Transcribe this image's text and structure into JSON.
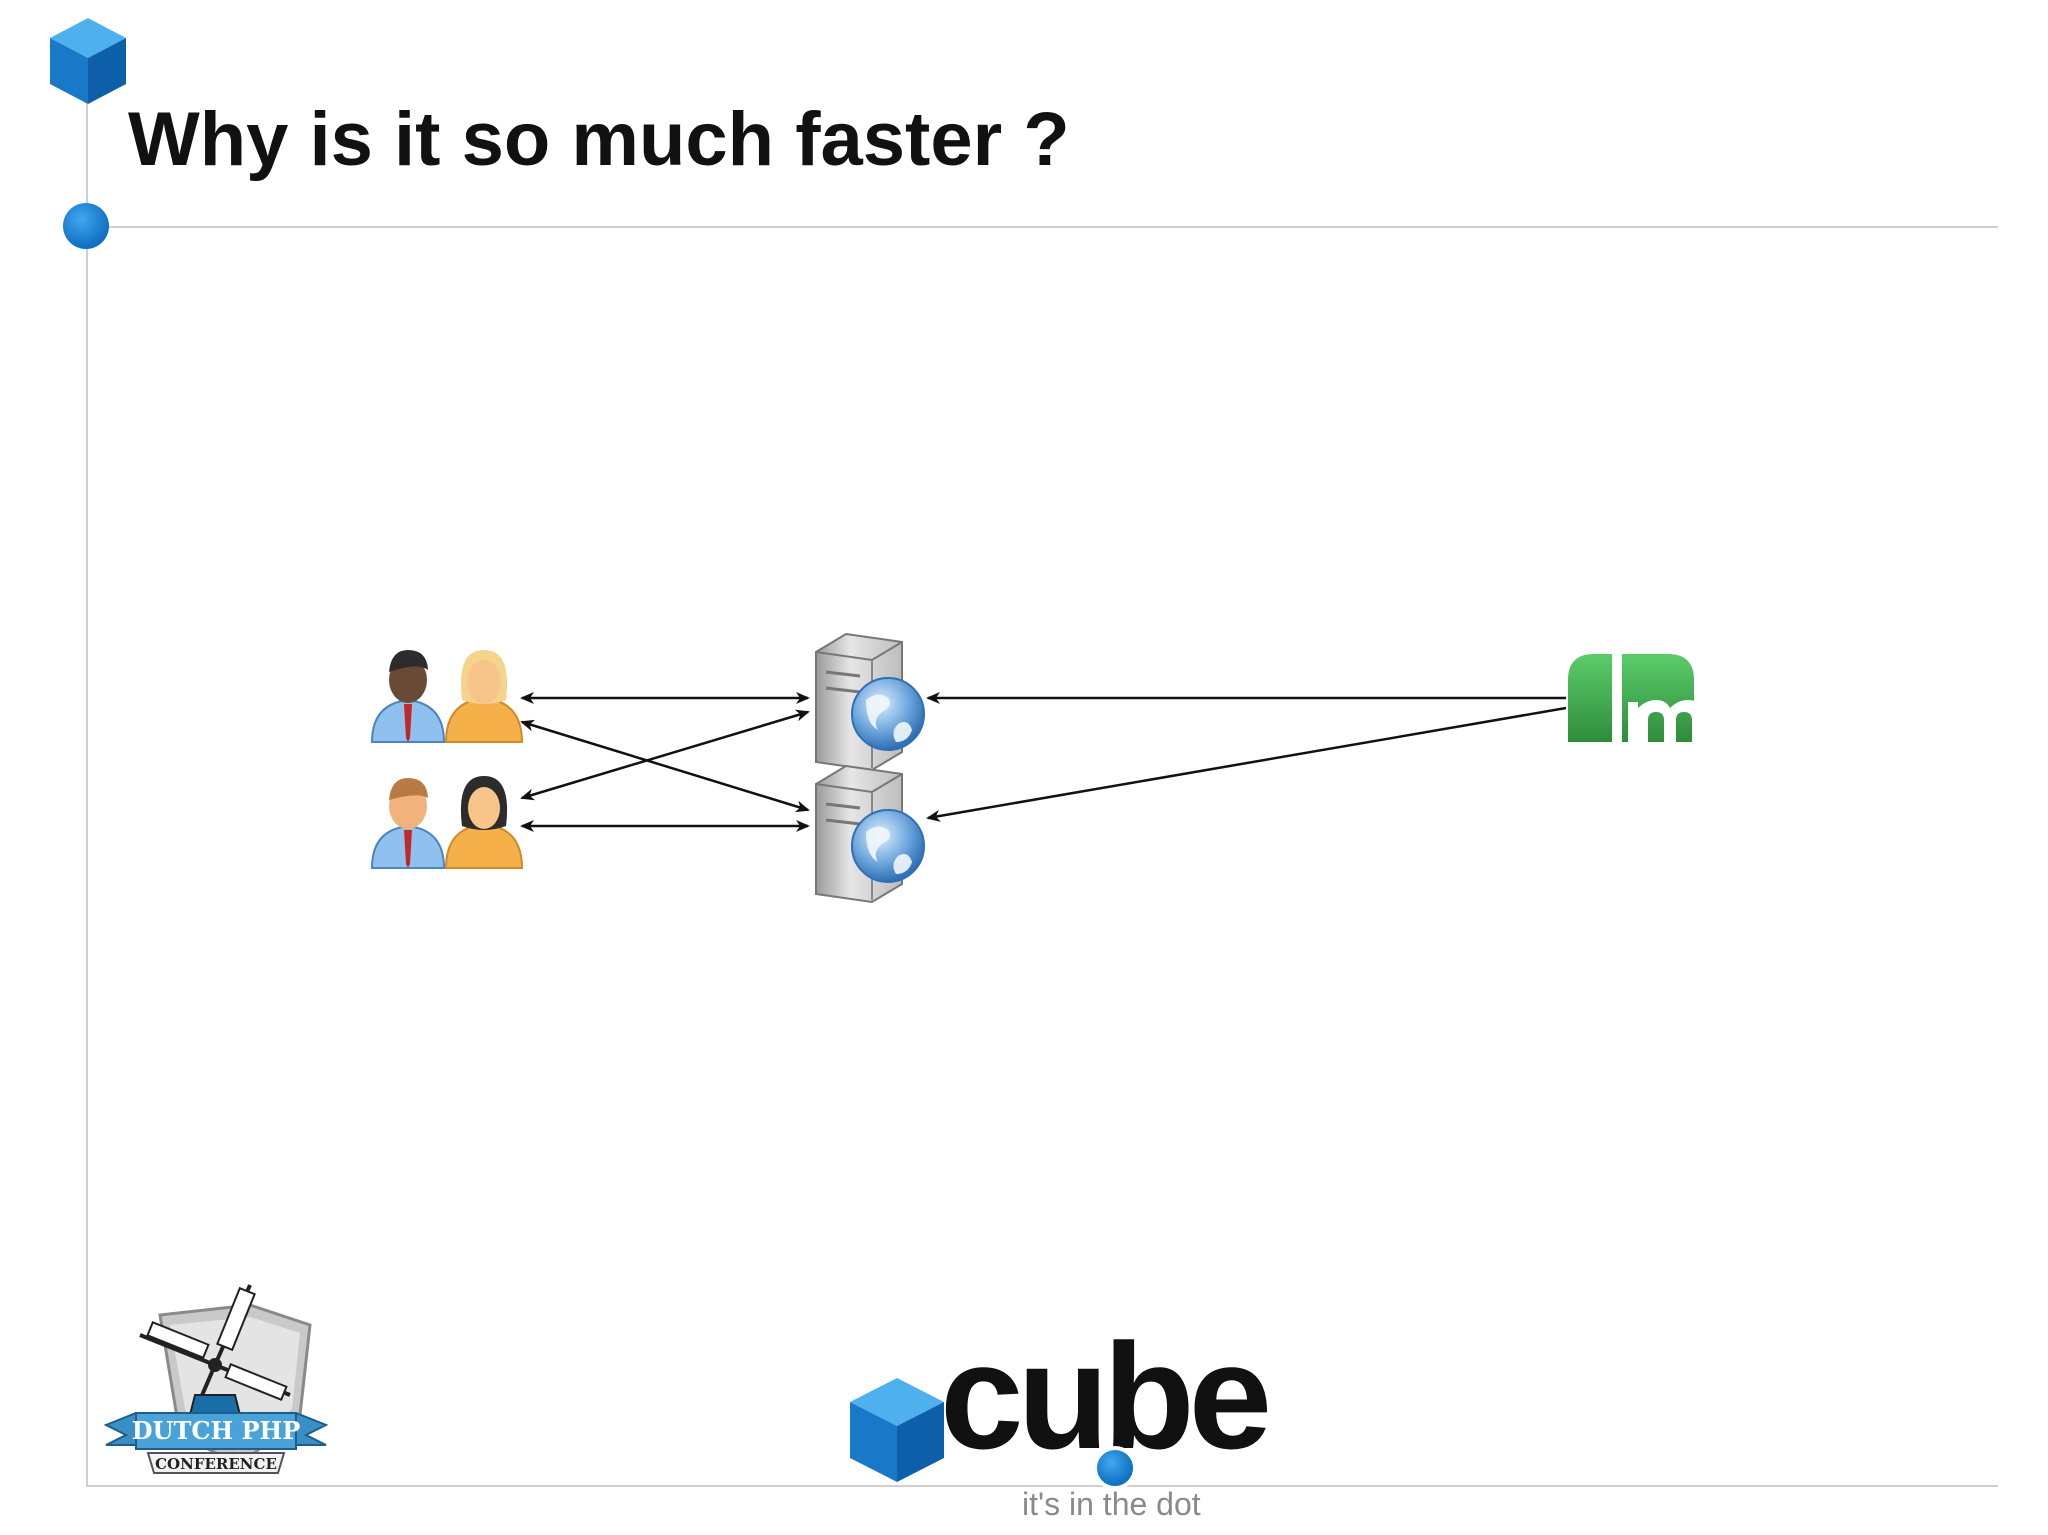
{
  "slide": {
    "title": "Why is it so much faster ?"
  },
  "diagram": {
    "nodes": [
      {
        "id": "users",
        "icon": "users-icon"
      },
      {
        "id": "web-server-1",
        "icon": "web-server-icon"
      },
      {
        "id": "web-server-2",
        "icon": "web-server-icon"
      },
      {
        "id": "memcached",
        "icon": "memcached-logo-icon"
      }
    ]
  },
  "footer": {
    "conference_logo": {
      "line1": "DUTCH PHP",
      "line2": "CONFERENCE"
    },
    "brand_logo": {
      "word": "cube",
      "tagline": "it's in the dot"
    }
  },
  "colors": {
    "accent_blue": "#1a7fd4",
    "memcached_green": "#3aa64a",
    "rule_gray": "#d0d0d0",
    "title_text": "#111111"
  }
}
